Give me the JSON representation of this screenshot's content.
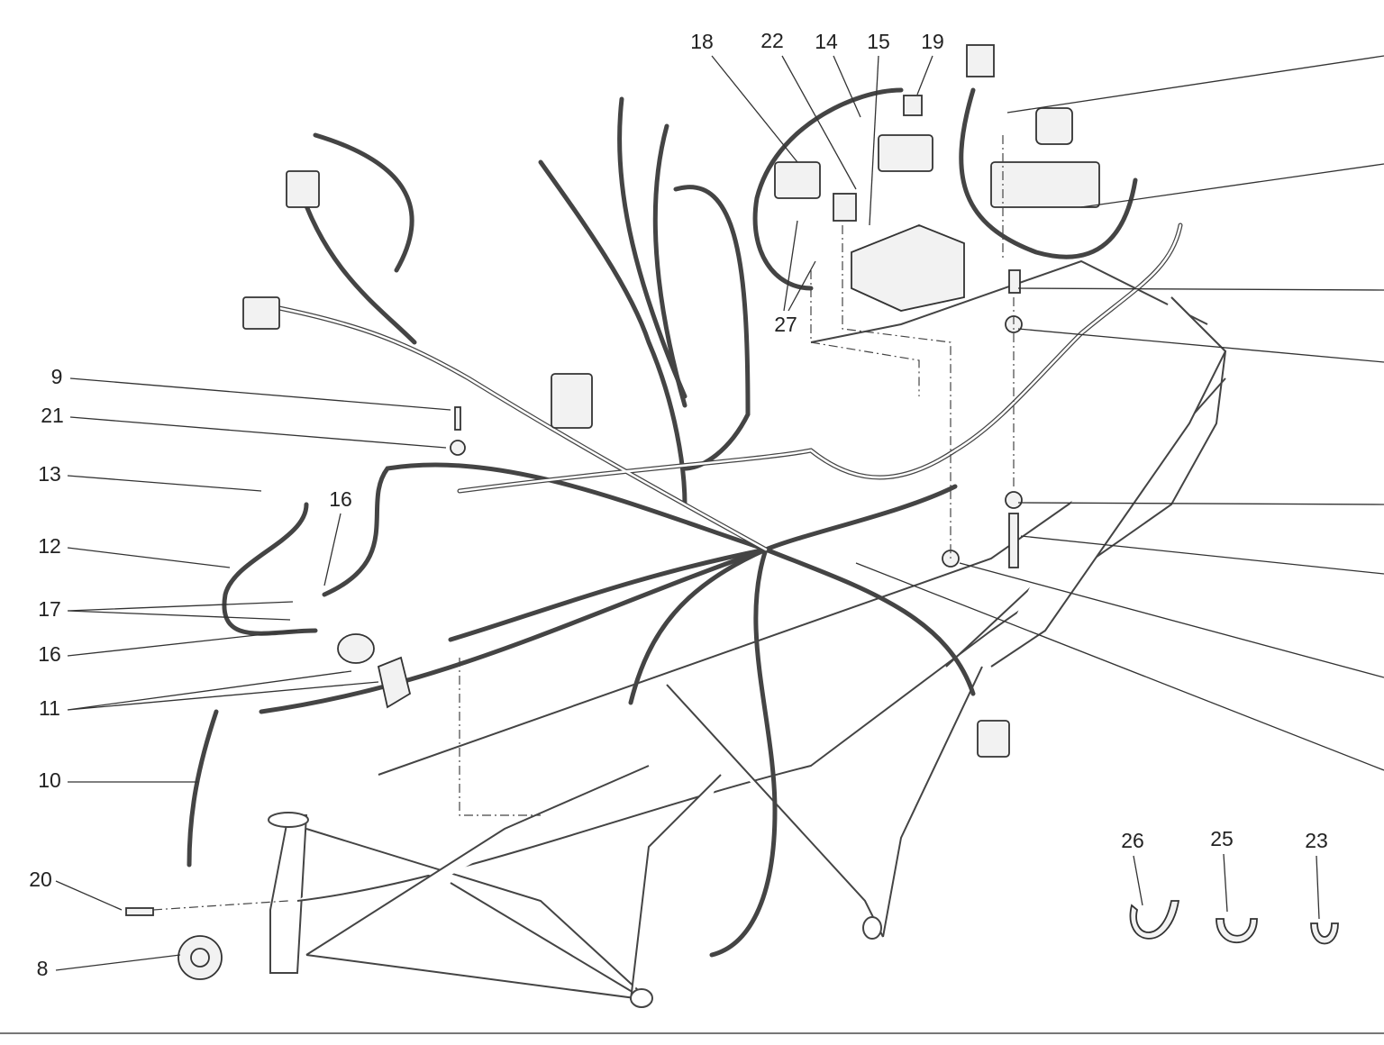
{
  "diagram": {
    "title": "Wiring harness exploded view",
    "callouts": [
      {
        "id": "c18",
        "text": "18"
      },
      {
        "id": "c22",
        "text": "22"
      },
      {
        "id": "c14",
        "text": "14"
      },
      {
        "id": "c15",
        "text": "15"
      },
      {
        "id": "c19",
        "text": "19"
      },
      {
        "id": "c27",
        "text": "27"
      },
      {
        "id": "c9",
        "text": "9"
      },
      {
        "id": "c21",
        "text": "21"
      },
      {
        "id": "c13",
        "text": "13"
      },
      {
        "id": "c16a",
        "text": "16"
      },
      {
        "id": "c12",
        "text": "12"
      },
      {
        "id": "c17",
        "text": "17"
      },
      {
        "id": "c16b",
        "text": "16"
      },
      {
        "id": "c11",
        "text": "11"
      },
      {
        "id": "c10",
        "text": "10"
      },
      {
        "id": "c20",
        "text": "20"
      },
      {
        "id": "c8",
        "text": "8"
      },
      {
        "id": "c26",
        "text": "26"
      },
      {
        "id": "c25",
        "text": "25"
      },
      {
        "id": "c23",
        "text": "23"
      }
    ]
  }
}
